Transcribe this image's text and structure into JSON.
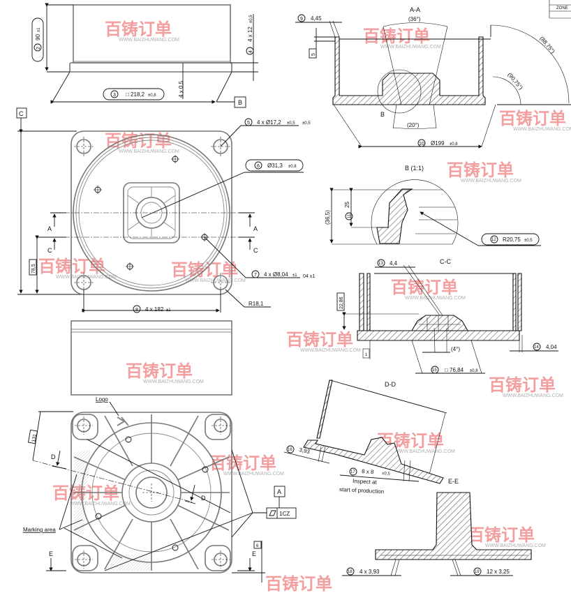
{
  "title_block": {
    "zone_label": "ZONE"
  },
  "watermark": {
    "logo_text": "百铸订单",
    "url": "WWW.BAIZHUWANG.COM"
  },
  "datums": {
    "B": "B",
    "C": "C",
    "A": "A"
  },
  "side_view": {
    "callout_2": {
      "num": "2",
      "value": "90",
      "tol": "±1"
    },
    "callout_3": {
      "num": "3",
      "value": "□ 218,2",
      "tol": "±0,8"
    },
    "callout_4": {
      "num": "4",
      "value": "4 x 12",
      "tol": "±0,5"
    },
    "flange_dim": "4 x 0,5"
  },
  "top_view": {
    "callout_5": {
      "num": "5",
      "value": "4 x Ø17,2",
      "tol": "±0,5"
    },
    "callout_6": {
      "num": "6",
      "value": "Ø31,3",
      "tol": "±0,8"
    },
    "callout_7": {
      "num": "7",
      "value": "4 x Ø8,04",
      "tol": "±1"
    },
    "callout_8": {
      "num": "8",
      "value": "4 x 182",
      "tol": "±1"
    },
    "radius": "R18,1",
    "dim_78": "78,5",
    "section_A": "A",
    "section_C": "C"
  },
  "bottom_view": {
    "logo_label": "Logo",
    "marking_label": "Marking area",
    "dim_131": "131",
    "section_D": "D",
    "section_E": "E",
    "datum_A": "A",
    "fcf_value": "1CZ",
    "flag": "6"
  },
  "section_AA": {
    "title": "A-A",
    "angle_top": "(36°)",
    "angle_bottom": "(20°)",
    "angle_outer": "(88,75°)",
    "angle_inner": "(90,75°)",
    "detail_label": "B",
    "callout_9": {
      "num": "9",
      "value": "4,45"
    },
    "callout_10": {
      "num": "10",
      "value": "Ø199",
      "tol": "±0,8"
    },
    "box_5": "5",
    "left_tol": "±0,5"
  },
  "detail_B": {
    "title": "B (1:1)",
    "dim_365": "(36,5)",
    "dim_25": "25",
    "callout_11": {
      "num": "11"
    },
    "callout_12": {
      "num": "12",
      "value": "R20,75",
      "tol": "±0,5"
    }
  },
  "section_CC": {
    "title": "C-C",
    "dim_2286": "22,86",
    "angle": "(4°)",
    "small_dim": "1",
    "left_ref": "04 ±1",
    "callout_13": {
      "num": "13",
      "value": "4,4"
    },
    "callout_14": {
      "num": "14",
      "value": "4,04"
    },
    "callout_15": {
      "num": "15",
      "value": "□ 76,84",
      "tol": "±0,8"
    }
  },
  "section_DD": {
    "title": "D-D",
    "callout_16": {
      "num": "16",
      "value": "3,93"
    },
    "callout_17": {
      "num": "17",
      "value": "8 x 8",
      "tol": "±0,5"
    },
    "note_line1": "Inspect at",
    "note_line2": "start of production"
  },
  "section_EE": {
    "title": "E-E",
    "callout_18": {
      "num": "18",
      "value": "4 x 3,93"
    },
    "callout_19": {
      "num": "19",
      "value": "12 x 3,25"
    }
  }
}
